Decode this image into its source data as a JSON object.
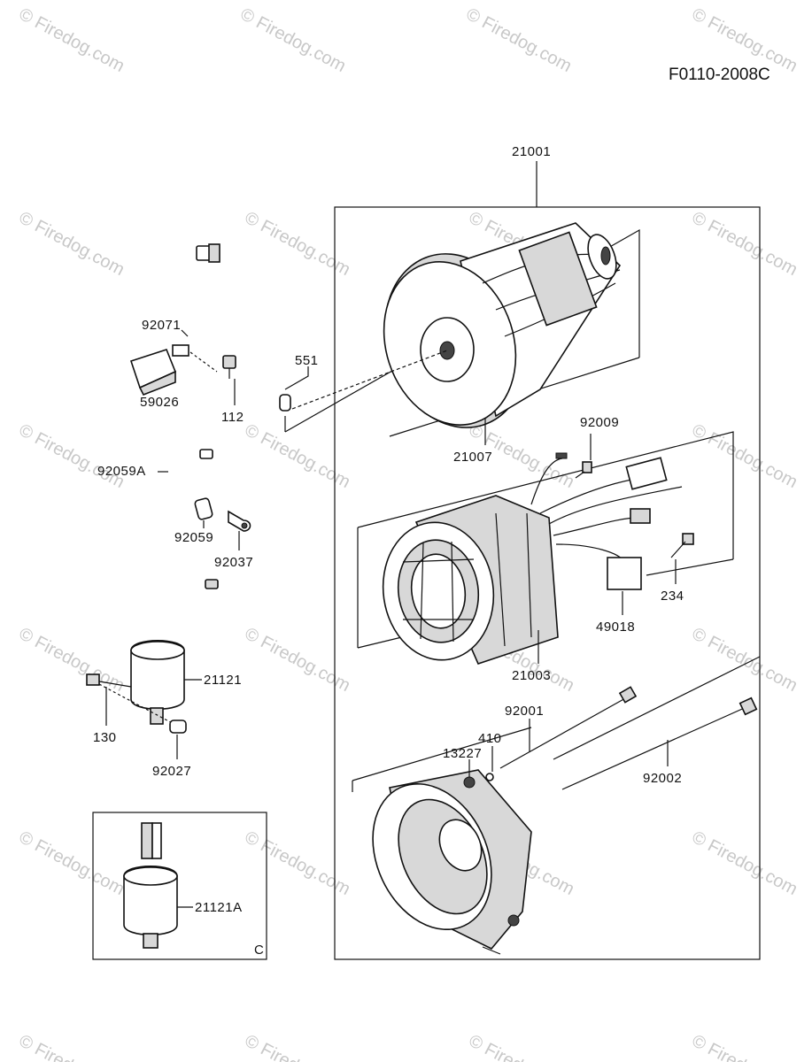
{
  "drawing_code": "F0110-2008C",
  "watermark": "© Firedog.com",
  "parts": {
    "p21001": "21001",
    "p21007": "21007",
    "p551": "551",
    "p92071": "92071",
    "p59026": "59026",
    "p112": "112",
    "p92009": "92009",
    "p92059A": "92059A",
    "p92059": "92059",
    "p92037": "92037",
    "p234": "234",
    "p49018": "49018",
    "p21003": "21003",
    "p21121": "21121",
    "p130": "130",
    "p92027": "92027",
    "p92001": "92001",
    "p410": "410",
    "p13227": "13227",
    "p92002": "92002",
    "p21121A": "21121A",
    "inset_letter": "C"
  }
}
